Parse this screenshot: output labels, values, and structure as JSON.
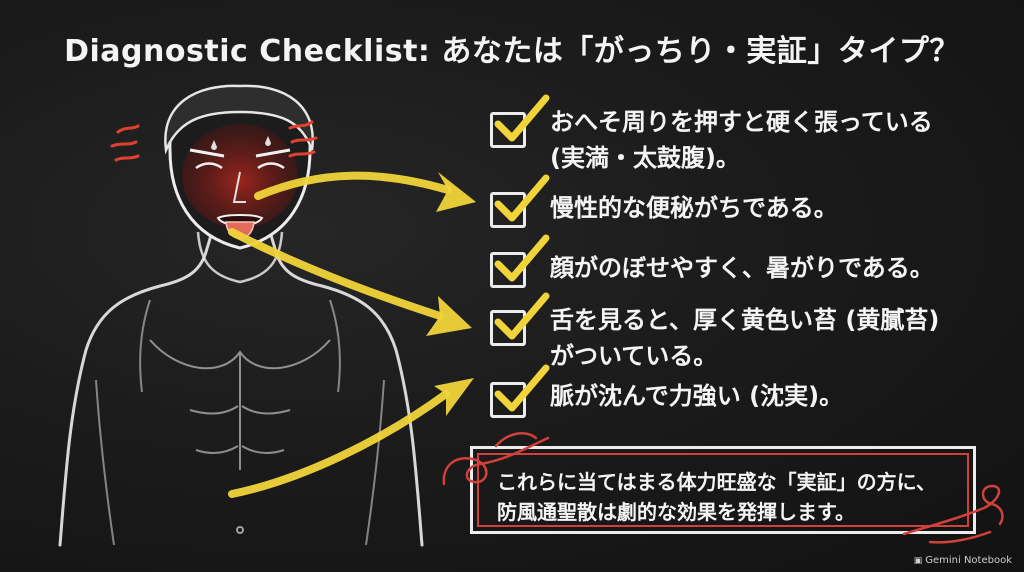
{
  "title": "Diagnostic Checklist: あなたは「がっちり・実証」タイプ？",
  "checklist": [
    {
      "line1": "おへそ周りを押すと硬く張っている",
      "line2": "(実満・太鼓腹)。"
    },
    {
      "line1": "慢性的な便秘がちである。",
      "line2": ""
    },
    {
      "line1": "顔がのぼせやすく、暑がりである。",
      "line2": ""
    },
    {
      "line1": "舌を見ると、厚く黄色い苔 (黄膩苔)",
      "line2": "がついている。"
    },
    {
      "line1": "脈が沈んで力強い (沈実)。",
      "line2": ""
    }
  ],
  "conclusion": {
    "line1": "これらに当てはまる体力旺盛な「実証」の方に、",
    "line2": "防風通聖散は劇的な効果を発揮します。"
  },
  "watermark": "Gemini Notebook",
  "colors": {
    "chalk": "#f2f2f2",
    "check_yellow": "#f1d43a",
    "heat_red": "#d63a2a",
    "frame_red": "#d0413a"
  },
  "icons": {
    "check_box": "checkbox-icon",
    "check_mark": "checkmark-icon",
    "arrow": "arrow-icon"
  }
}
